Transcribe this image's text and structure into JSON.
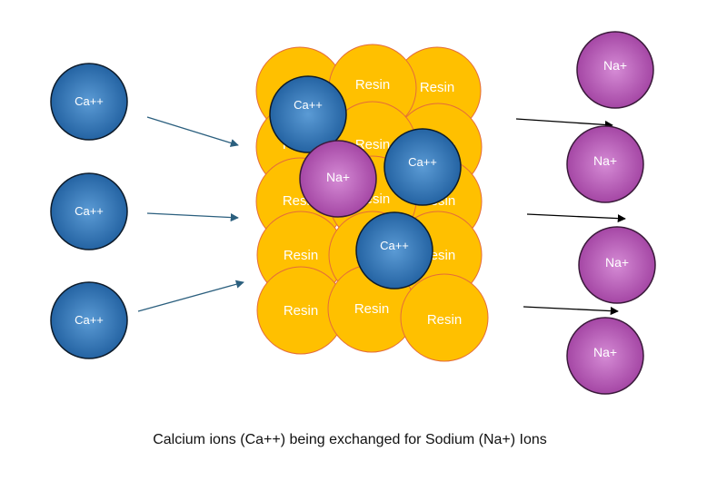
{
  "labels": {
    "calcium": "Ca++",
    "sodium": "Na+",
    "resin": "Resin"
  },
  "caption": "Calcium ions (Ca++) being exchanged for Sodium (Na+) Ions",
  "colors": {
    "resin_fill": "#FFC000",
    "resin_stroke": "#E46C3A",
    "calcium_fill": "#2E75B6",
    "calcium_stroke": "#0D1B2A",
    "sodium_fill": "#B455B4",
    "sodium_stroke": "#3A1A3A",
    "incoming_arrow": "#2B5F7E",
    "outgoing_arrow": "#000000"
  }
}
